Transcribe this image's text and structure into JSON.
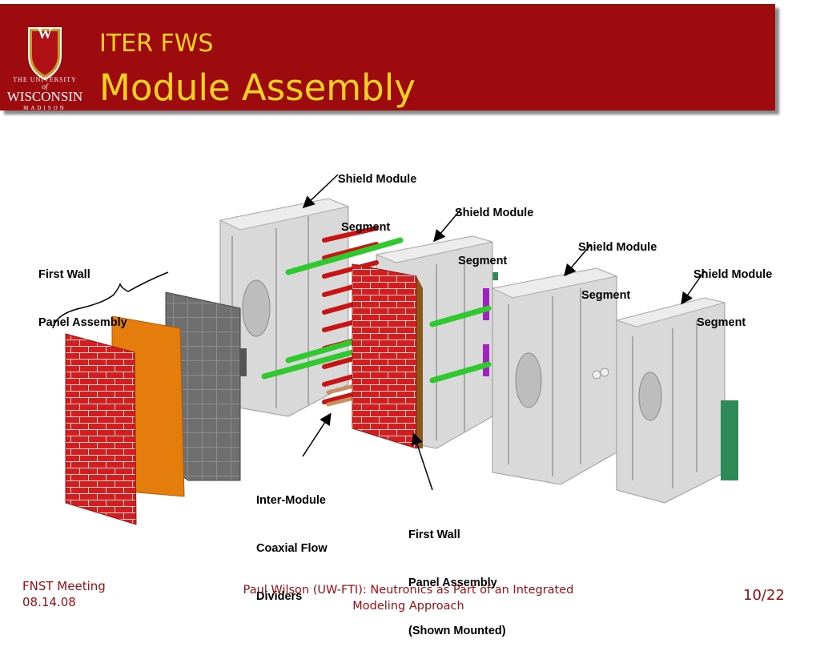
{
  "logo": {
    "line1": "THE UNIVERSITY",
    "line2": "of",
    "line3": "WISCONSIN",
    "line4": "MADISON",
    "crest_letter": "W"
  },
  "header": {
    "title": "ITER FWS",
    "subtitle": "Module Assembly"
  },
  "labels": {
    "shield_1": [
      "Shield Module",
      " Segment"
    ],
    "shield_2": [
      "Shield Module",
      " Segment"
    ],
    "shield_3": [
      "Shield Module",
      " Segment"
    ],
    "shield_4": [
      "Shield Module",
      " Segment"
    ],
    "first_wall": [
      "First Wall",
      "Panel Assembly"
    ],
    "inter_module": [
      "Inter-Module",
      "Coaxial Flow",
      "Dividers"
    ],
    "first_wall_mounted": [
      "First Wall",
      "Panel Assembly",
      "(Shown Mounted)"
    ]
  },
  "footer": {
    "meeting": "FNST Meeting",
    "date": "08.14.08",
    "presenter_line1": "Paul Wilson (UW-FTI): Neutronics as Part of an Integrated",
    "presenter_line2": "Modeling Approach",
    "page": "10/22"
  },
  "colors": {
    "header_bg": "#9e0b0f",
    "title": "#ffd21f",
    "brick": "#d21e1e",
    "orange_plate": "#e57d0c",
    "gray_plate": "#6f6f6f",
    "shield": "#d6d6d6",
    "green_pipe": "#2fc82f"
  }
}
